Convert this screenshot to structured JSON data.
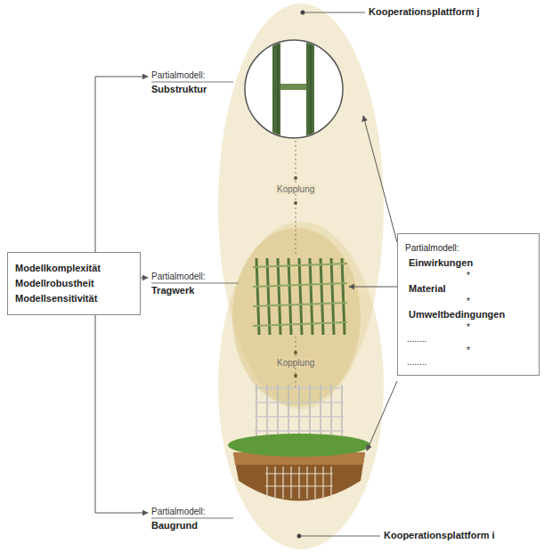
{
  "diagram": {
    "nodes": [
      {
        "text": [
          "Modellkomplexität",
          "Modellrobustheit",
          "Modellsensitivität"
        ]
      },
      {
        "text": [
          "Partialmodell:",
          "Substruktur"
        ]
      },
      {
        "text": [
          "Partialmodell:",
          "Tragwerk"
        ]
      },
      {
        "text": [
          "Partialmodell:",
          "Baugrund"
        ]
      },
      {
        "text": [
          "Partialmodell:",
          "Einwirkungen",
          "*",
          "Material",
          "*",
          "Umweltbedingungen",
          "*",
          "........",
          "*",
          "........"
        ]
      }
    ],
    "edges": [
      {
        "from": 0,
        "to": 1,
        "arrow": "to"
      },
      {
        "from": 0,
        "to": 2,
        "arrow": "to"
      },
      {
        "from": 0,
        "to": 3,
        "arrow": "to"
      }
    ],
    "labels": [
      "Kooperationsplattform j",
      "Kopplung",
      "Kopplung",
      "Kooperationsplattform i"
    ]
  }
}
